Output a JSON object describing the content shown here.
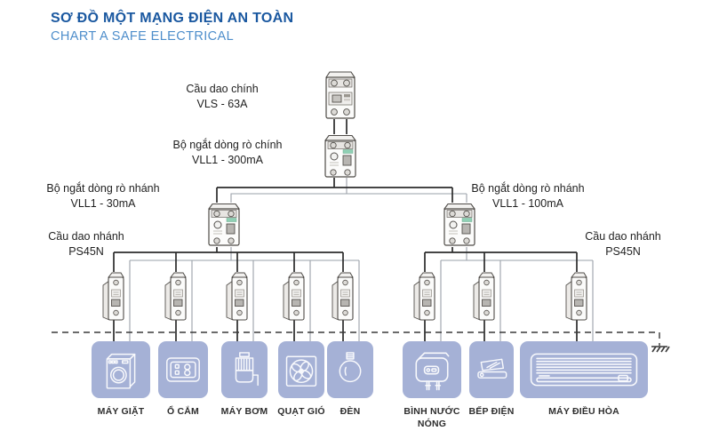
{
  "header": {
    "title": "SƠ ĐỒ MỘT MẠNG ĐIỆN AN TOÀN",
    "subtitle": "CHART A SAFE ELECTRICAL"
  },
  "labels": {
    "main_switch": {
      "name": "Cầu dao chính",
      "model": "VLS - 63A"
    },
    "main_rcd": {
      "name": "Bộ ngắt dòng rò chính",
      "model": "VLL1 - 300mA"
    },
    "branch_rcd_left": {
      "name": "Bộ ngắt dòng rò nhánh",
      "model": "VLL1 - 30mA"
    },
    "branch_rcd_right": {
      "name": "Bộ ngắt dòng rò nhánh",
      "model": "VLL1 - 100mA"
    },
    "branch_switch_left": {
      "name": "Cầu dao nhánh",
      "model": "PS45N"
    },
    "branch_switch_right": {
      "name": "Cầu dao nhánh",
      "model": "PS45N"
    }
  },
  "appliances": [
    {
      "label": "MÁY GIẶT",
      "icon": "washing-machine-icon"
    },
    {
      "label": "Ổ CẮM",
      "icon": "socket-icon"
    },
    {
      "label": "MÁY BƠM",
      "icon": "pump-icon"
    },
    {
      "label": "QUẠT GIÓ",
      "icon": "fan-icon"
    },
    {
      "label": "ĐÈN",
      "icon": "lamp-icon"
    },
    {
      "label": "BÌNH NƯỚC NÓNG",
      "icon": "water-heater-icon"
    },
    {
      "label": "BẾP ĐIỆN",
      "icon": "stove-icon"
    },
    {
      "label": "MÁY ĐIỀU HÒA",
      "icon": "air-conditioner-icon"
    }
  ],
  "colors": {
    "title_blue": "#1a58a0",
    "subtitle_blue": "#4e8ecb",
    "tile_blue": "#a5b1d6",
    "wire_dark": "#2b2b2b",
    "wire_gray": "#9aa0a8",
    "label_text": "#1f1f1f"
  }
}
